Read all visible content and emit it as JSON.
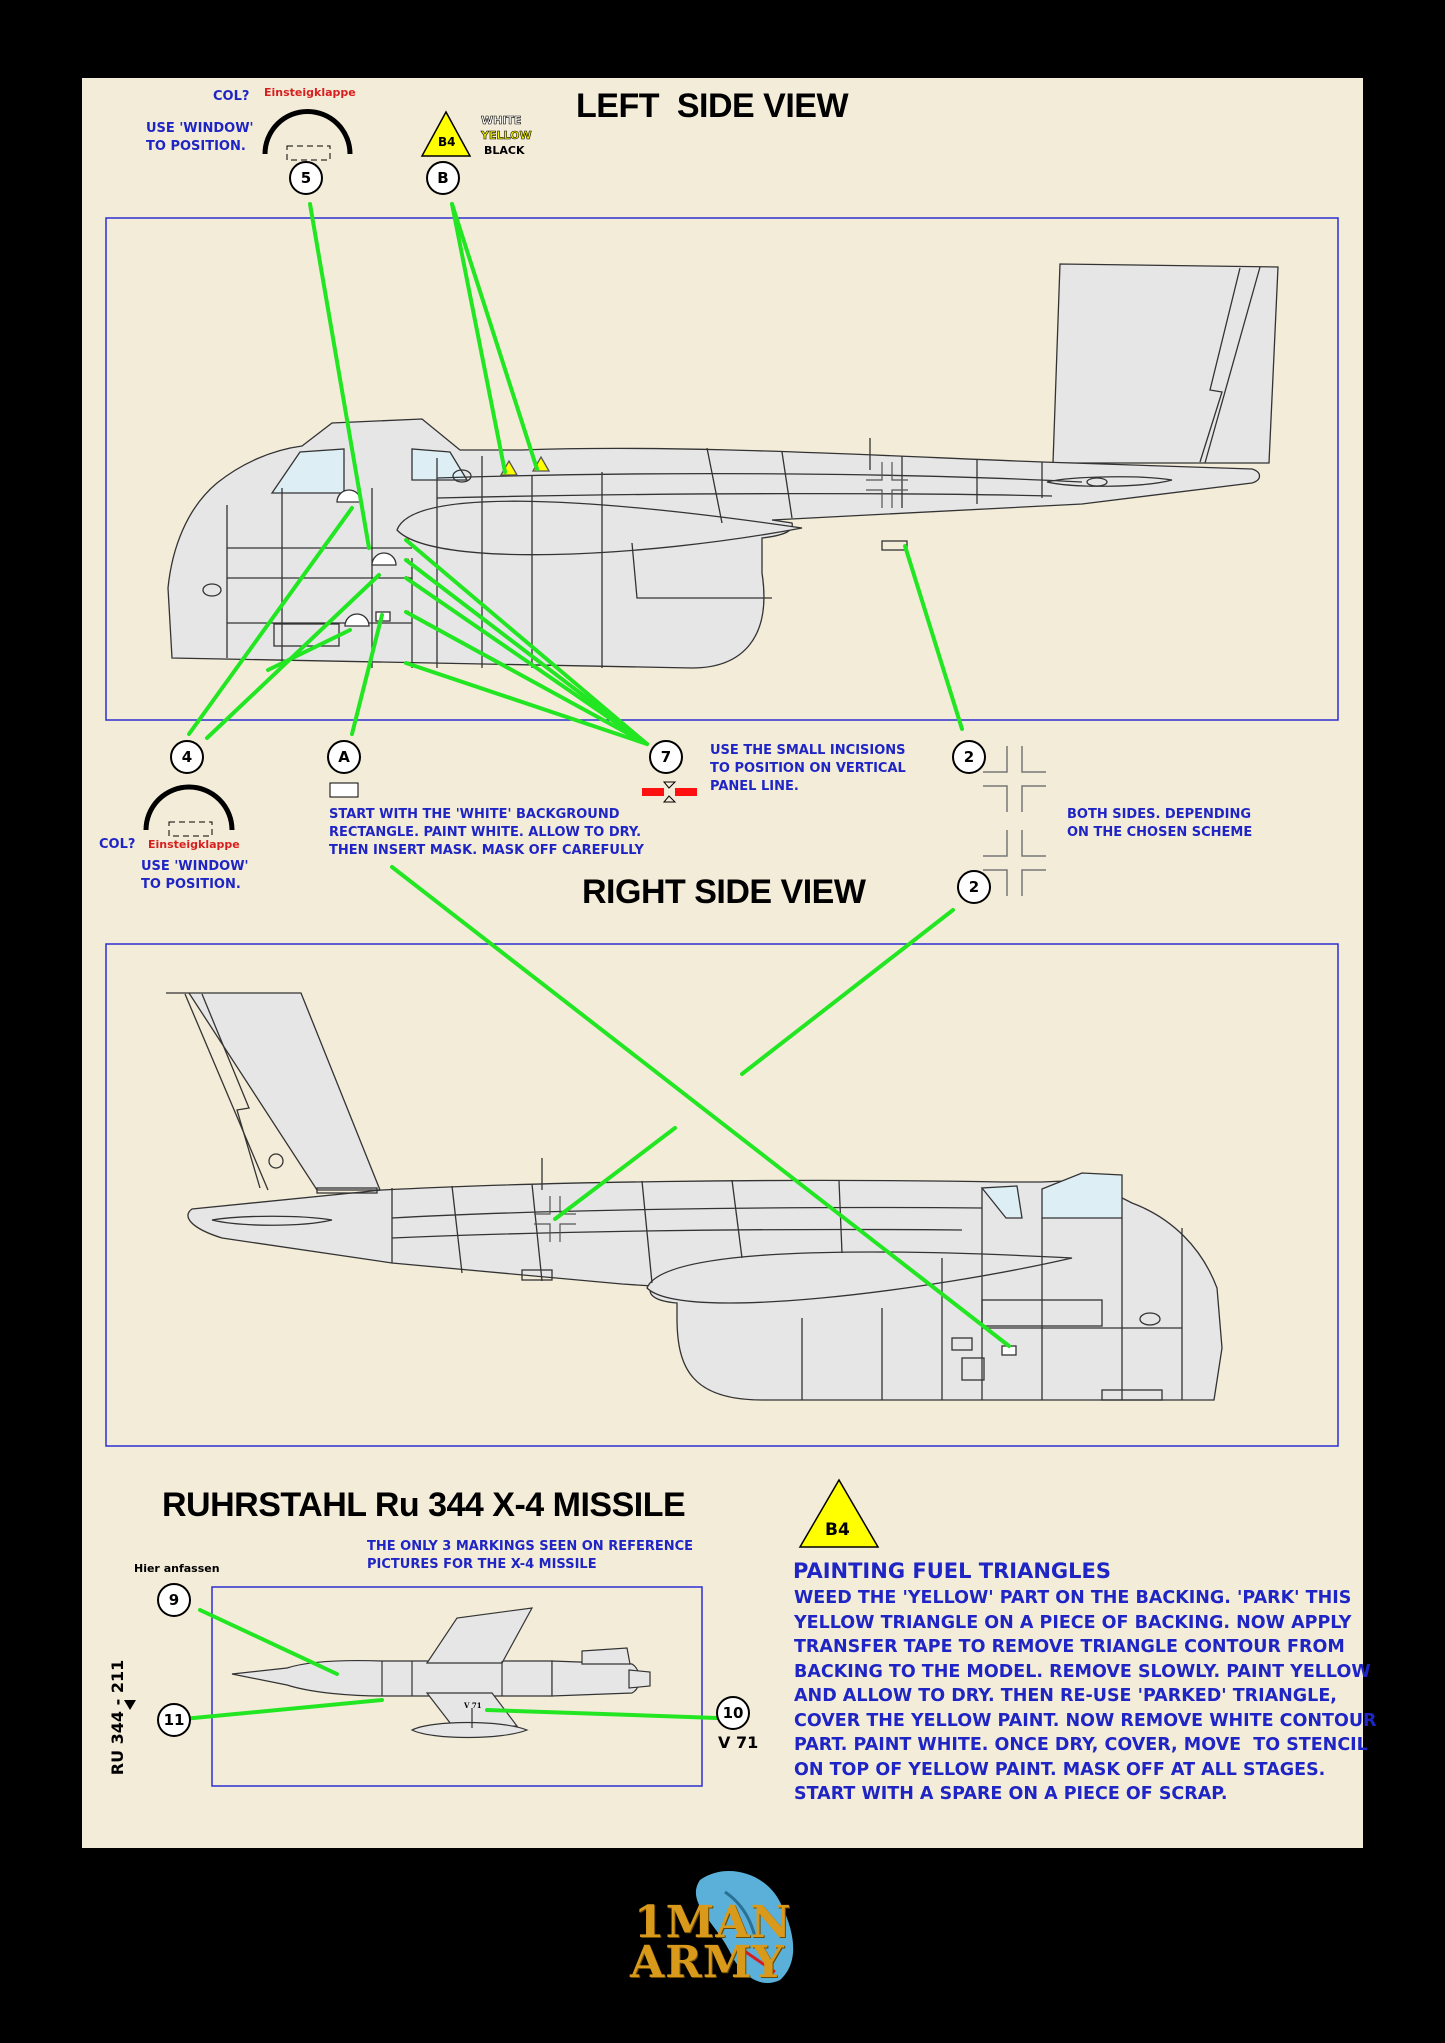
{
  "titles": {
    "left_view": "LEFT  SIDE VIEW",
    "right_view": "RIGHT SIDE VIEW",
    "missile": "RUHRSTAHL Ru 344 X-4 MISSILE"
  },
  "callouts": {
    "c5": "5",
    "cB": "B",
    "c4": "4",
    "cA": "A",
    "c7": "7",
    "c2a": "2",
    "c2b": "2",
    "c9": "9",
    "c11": "11",
    "c10": "10"
  },
  "top_left": {
    "col": "COL?",
    "einsteig": "Einsteigklappe",
    "window_note": "USE 'WINDOW'\nTO POSITION."
  },
  "triangle_legend": {
    "label": "B4",
    "white": "WHITE",
    "yellow": "YELLOW",
    "black": "BLACK"
  },
  "mid_left": {
    "col": "COL?",
    "einsteig": "Einsteigklappe",
    "window_note": "USE 'WINDOW'\nTO POSITION."
  },
  "note_A": "START WITH THE 'WHITE' BACKGROUND\nRECTANGLE. PAINT WHITE. ALLOW TO DRY.\nTHEN INSERT MASK. MASK OFF CAREFULLY",
  "note_7": "USE THE SMALL INCISIONS\nTO POSITION ON VERTICAL\nPANEL LINE.",
  "note_2": "BOTH SIDES. DEPENDING\nON THE CHOSEN SCHEME",
  "missile": {
    "hier": "Hier anfassen",
    "note": "THE ONLY 3 MARKINGS SEEN ON REFERENCE\nPICTURES FOR THE X-4 MISSILE",
    "ru_label": "RU 344 - 211",
    "v71": "V 71",
    "v71_small": "V 71"
  },
  "fuel": {
    "badge": "B4",
    "heading": "PAINTING FUEL TRIANGLES",
    "text": "WEED THE 'YELLOW' PART ON THE BACKING. 'PARK' THIS\nYELLOW TRIANGLE ON A PIECE OF BACKING. NOW APPLY\nTRANSFER TAPE TO REMOVE TRIANGLE CONTOUR FROM\nBACKING TO THE MODEL. REMOVE SLOWLY. PAINT YELLOW\nAND ALLOW TO DRY. THEN RE-USE 'PARKED' TRIANGLE,\nCOVER THE YELLOW PAINT. NOW REMOVE WHITE CONTOUR\nPART. PAINT WHITE. ONCE DRY, COVER, MOVE  TO STENCIL\nON TOP OF YELLOW PAINT. MASK OFF AT ALL STAGES.\nSTART WITH A SPARE ON A PIECE OF SCRAP."
  },
  "logo": {
    "line1": "1MAN",
    "line2": "ARMY"
  },
  "colors": {
    "sheet": "#f3ecd8",
    "leader": "#22e622",
    "frame": "#2b2fd0",
    "airframe": "#e6e6e6",
    "note_blue": "#1f25c4",
    "red": "#d81f1f",
    "yellow": "#ffff00"
  }
}
